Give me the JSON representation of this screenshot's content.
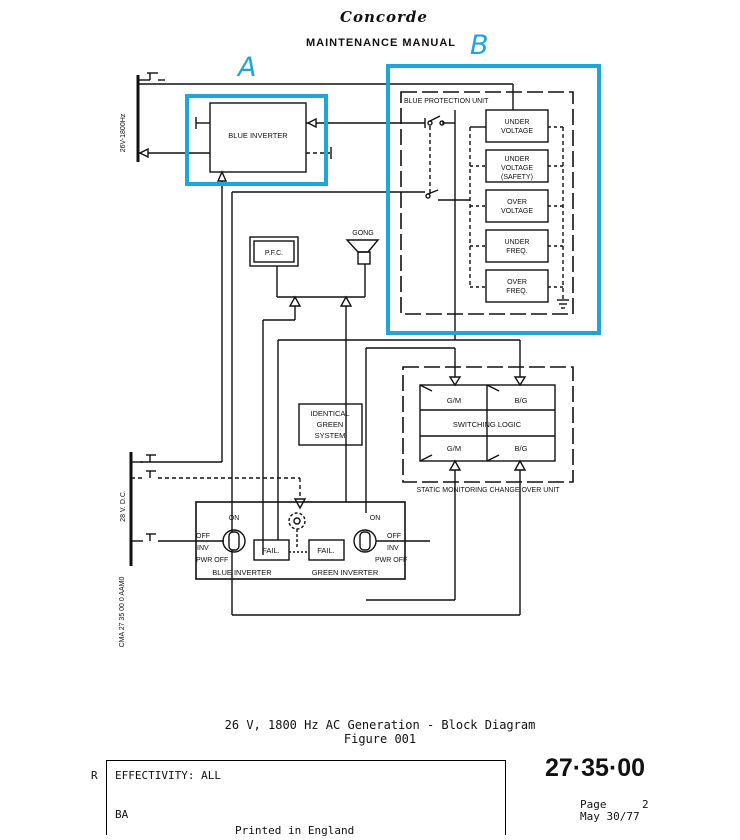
{
  "header": {
    "brand": "Concorde",
    "title": "MAINTENANCE MANUAL"
  },
  "annotations": {
    "a": "A",
    "b": "B",
    "highlight_color": "#1fa6d8"
  },
  "diagram": {
    "bus_ac": "26V-1800Hz",
    "bus_dc": "28 V. D.C.",
    "blue_inverter": "BLUE INVERTER",
    "blue_protection_unit": "BLUE PROTECTION UNIT",
    "protection_items": [
      [
        "UNDER",
        "VOLTAGE"
      ],
      [
        "UNDER",
        "VOLTAGE",
        "(SAFETY)"
      ],
      [
        "OVER",
        "VOLTAGE"
      ],
      [
        "UNDER",
        "FREQ."
      ],
      [
        "OVER",
        "FREQ."
      ]
    ],
    "pfc": "P.F.C.",
    "gong": "GONG",
    "identical_green": [
      "IDENTICAL",
      "GREEN",
      "SYSTEM"
    ],
    "switching_logic": "SWITCHING LOGIC",
    "logic_top": [
      "G/M",
      "B/G"
    ],
    "logic_bottom": [
      "G/M",
      "B/G"
    ],
    "scou": "STATIC MONITORING CHANGE OVER UNIT",
    "switch_left": [
      "ON",
      "OFF",
      "INV",
      "PWR OFF"
    ],
    "switch_right": [
      "ON",
      "OFF",
      "INV",
      "PWR OFF"
    ],
    "fail_left": "FAIL.",
    "fail_right": "FAIL.",
    "blue_inverter_panel": "BLUE INVERTER",
    "green_inverter_panel": "GREEN INVERTER",
    "side_ref": "CMA 27 35 00 0 AAM0"
  },
  "caption": {
    "line1": "26 V, 1800 Hz AC Generation - Block Diagram",
    "line2": "Figure 001"
  },
  "footer": {
    "revision": "R",
    "effectivity": "EFFECTIVITY: ALL",
    "code": "BA",
    "doc_number": "27·35·00",
    "page_label": "Page",
    "page_number": "2",
    "date": "May 30/77",
    "printed": "Printed in England"
  }
}
